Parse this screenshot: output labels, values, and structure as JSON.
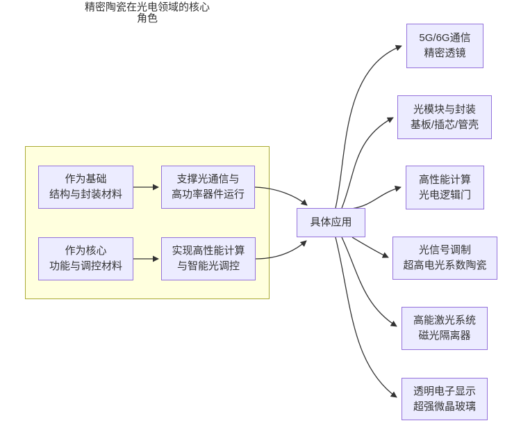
{
  "diagram": {
    "cluster": {
      "title": "精密陶瓷在光电领域的核心\n角色",
      "nodes": {
        "role_basic": "作为基础\n结构与封装材料",
        "role_support": "支撑光通信与\n高功率器件运行",
        "role_core": "作为核心\n功能与调控材料",
        "role_compute": "实现高性能计算\n与智能光调控"
      }
    },
    "hub": "具体应用",
    "applications": [
      "5G/6G通信\n精密透镜",
      "光模块与封装\n基板/插芯/管壳",
      "高性能计算\n光电逻辑门",
      "光信号调制\n超高电光系数陶瓷",
      "高能激光系统\n磁光隔离器",
      "透明电子显示\n超强微晶玻璃"
    ],
    "colors": {
      "node_fill": "#ECECFF",
      "node_border": "#9370DB",
      "cluster_fill": "#ffffde",
      "cluster_border": "#aaaa33",
      "edge": "#333333",
      "text": "#333333",
      "background": "#ffffff"
    }
  }
}
